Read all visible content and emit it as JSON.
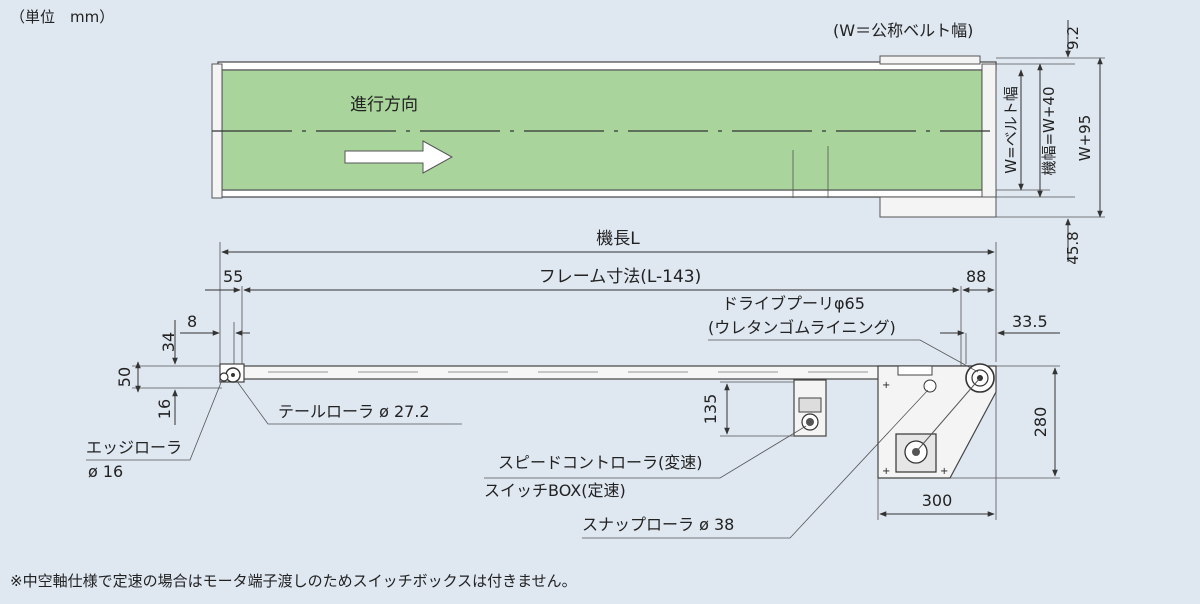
{
  "unit_note": "（単位　mm）",
  "belt_width_note": "(W＝公称ベルト幅)",
  "direction_label": "進行方向",
  "top_view": {
    "dim_9_2": "9.2",
    "dim_belt_width": "W=ベルト幅",
    "dim_machine_width": "機幅=W+40",
    "dim_w95": "W+95",
    "dim_45_8": "45.8"
  },
  "side_view": {
    "machine_length": "機長L",
    "frame_length": "フレーム寸法(L-143)",
    "dim_55": "55",
    "dim_88": "88",
    "dim_8": "8",
    "dim_34": "34",
    "dim_50": "50",
    "dim_16": "16",
    "dim_33_5": "33.5",
    "dim_135": "135",
    "dim_280": "280",
    "dim_300": "300",
    "drive_pulley_1": "ドライブプーリφ65",
    "drive_pulley_2": "(ウレタンゴムライニング)",
    "tail_roller": "テールローラ ø 27.2",
    "edge_roller_1": "エッジローラ",
    "edge_roller_2": "ø 16",
    "speed_controller_1": "スピードコントローラ(変速)",
    "speed_controller_2": "スイッチBOX(定速)",
    "snap_roller": "スナップローラ ø 38"
  },
  "footnote": "※中空軸仕様で定速の場合はモータ端子渡しのためスイッチボックスは付きません。",
  "colors": {
    "belt": "#a9d49b",
    "background": "#dfe7f1",
    "line": "#333333"
  }
}
